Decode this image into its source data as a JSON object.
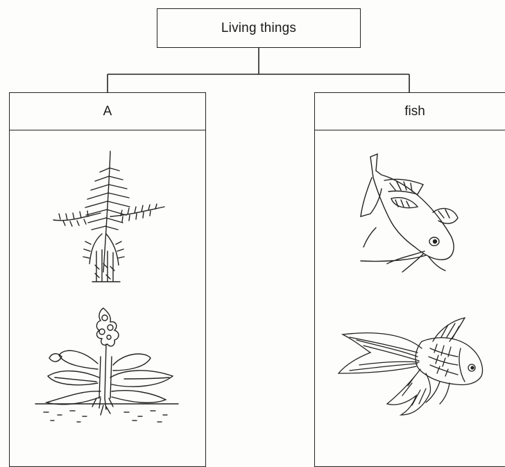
{
  "diagram": {
    "root": {
      "label": "Living things"
    },
    "branches": [
      {
        "id": "a",
        "label": "A",
        "items": [
          {
            "icon": "fern-icon"
          },
          {
            "icon": "water-plant-icon"
          }
        ]
      },
      {
        "id": "fish",
        "label": "fish",
        "items": [
          {
            "icon": "catfish-icon"
          },
          {
            "icon": "goldfish-icon"
          }
        ]
      }
    ]
  }
}
